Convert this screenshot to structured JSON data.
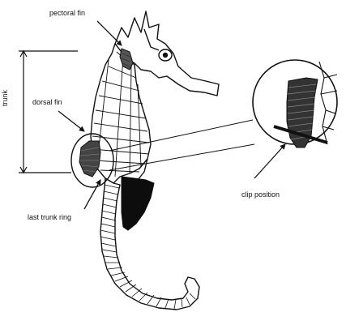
{
  "labels": {
    "pectoral_fin": "pectoral fin",
    "dorsal_fin": "dorsal fin",
    "trunk": "trunk",
    "last_trunk_ring": "last trunk ring",
    "clip_position": "clip position"
  },
  "colors": {
    "ink": "#111111",
    "fin_shade": "#444444",
    "pouch": "#0d0d0d",
    "background": "#ffffff"
  }
}
